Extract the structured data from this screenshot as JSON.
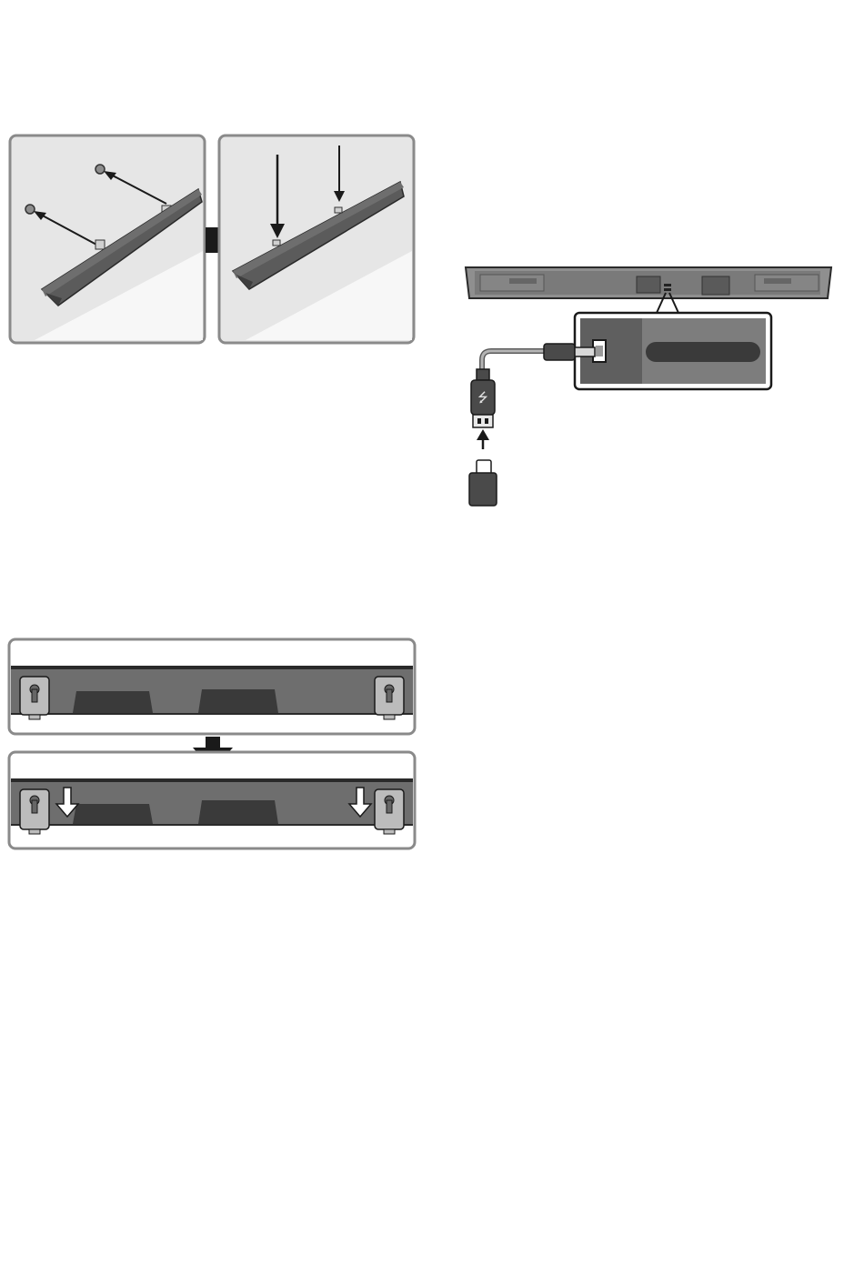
{
  "figures": [
    {
      "id": "wall-mount-steps",
      "panels": 2
    },
    {
      "id": "usb-connection"
    },
    {
      "id": "bracket-slide-steps",
      "panels": 2
    }
  ],
  "colors": {
    "soundbar": "#5b5b5b",
    "soundbar_top": "#474747",
    "panel_bg": "#e6e6e6",
    "wall_bg": "#f7f7f7",
    "outline": "#8a8a8a",
    "arrow": "#1a1a1a",
    "bracket": "#bcbcbc",
    "port_panel": "#5f5f5f",
    "cable": "#9a9a9a"
  },
  "icons": [
    "usb-icon",
    "down-arrow-icon",
    "right-arrow-icon",
    "up-arrow-icon"
  ]
}
